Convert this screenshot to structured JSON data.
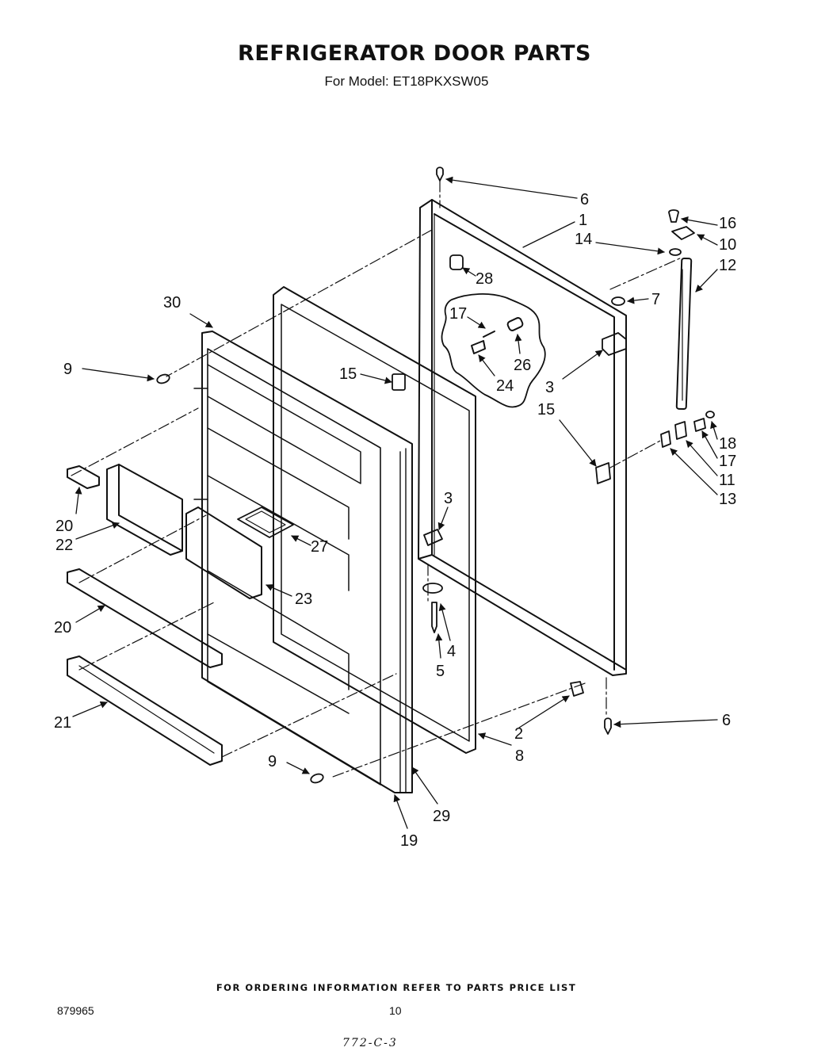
{
  "header": {
    "title": "REFRIGERATOR DOOR PARTS",
    "subtitle": "For Model: ET18PKXSW05"
  },
  "callouts": [
    "6",
    "1",
    "16",
    "14",
    "10",
    "12",
    "28",
    "7",
    "30",
    "17",
    "26",
    "9",
    "15",
    "24",
    "3",
    "15",
    "18",
    "17",
    "11",
    "13",
    "20",
    "3",
    "22",
    "27",
    "23",
    "20",
    "4",
    "5",
    "21",
    "2",
    "6",
    "8",
    "9",
    "29",
    "19"
  ],
  "footer": {
    "ordering_note": "FOR ORDERING INFORMATION REFER TO PARTS PRICE LIST",
    "document_number": "879965",
    "page_number": "10",
    "handwritten_code": "772-C-3"
  }
}
